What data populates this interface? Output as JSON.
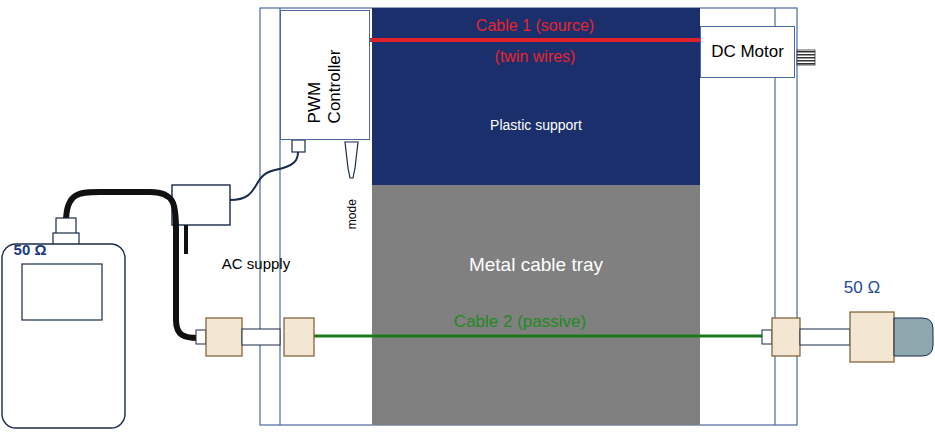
{
  "diagram": {
    "nodes": [
      {
        "text": [
          "PWM Controller"
        ]
      },
      {
        "text": [
          "Plastic support"
        ]
      },
      {
        "text": [
          "Metal cable tray"
        ]
      },
      {
        "text": [
          "DC Motor"
        ]
      }
    ],
    "edges": [
      {
        "from": 0,
        "to": 3,
        "arrow": "none",
        "label": "Cable 1 (source)"
      }
    ],
    "labels": [
      "(twin wires)",
      "Cable 2 (passive)",
      "mode",
      "AC supply",
      "50 Ω",
      "50 Ω"
    ]
  }
}
